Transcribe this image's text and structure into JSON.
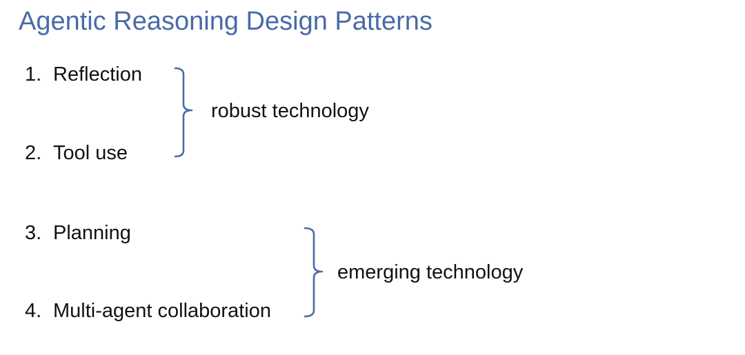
{
  "slide": {
    "title": "Agentic Reasoning Design Patterns",
    "items": [
      {
        "number": "1.",
        "label": "Reflection"
      },
      {
        "number": "2.",
        "label": "Tool use"
      },
      {
        "number": "3.",
        "label": "Planning"
      },
      {
        "number": "4.",
        "label": "Multi-agent collaboration"
      }
    ],
    "groups": [
      {
        "label": "robust technology"
      },
      {
        "label": "emerging technology"
      }
    ],
    "colors": {
      "title": "#4a6aa8",
      "brace": "#4a6aa8",
      "text": "#111111"
    }
  }
}
